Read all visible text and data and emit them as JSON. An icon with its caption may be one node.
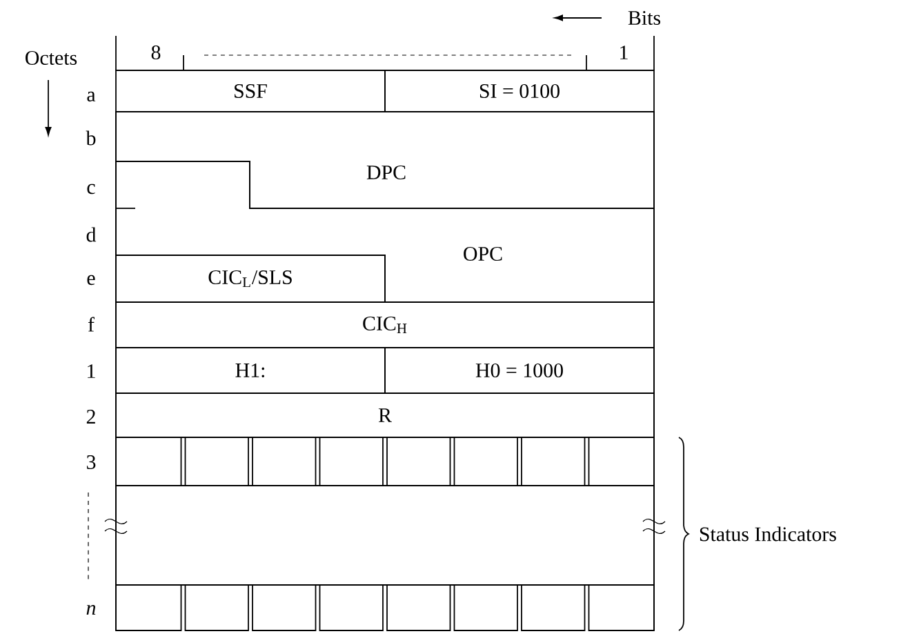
{
  "diagram": {
    "nodes": [
      {
        "text": [
          "SSF"
        ]
      },
      {
        "text": [
          "SI = 0100"
        ]
      },
      {
        "text": [
          "DPC"
        ]
      },
      {
        "text": [
          "OPC"
        ]
      },
      {
        "text": [
          "CIC$_{L}$/SLS"
        ]
      },
      {
        "text": [
          "CIC$_{H}$"
        ]
      },
      {
        "text": [
          "H1:"
        ]
      },
      {
        "text": [
          "H0 = 1000"
        ]
      },
      {
        "text": [
          "R"
        ]
      },
      {
        "text": [],
        "shape": "box"
      },
      {
        "text": [],
        "shape": "box"
      },
      {
        "text": [],
        "shape": "box"
      },
      {
        "text": [],
        "shape": "box"
      },
      {
        "text": [],
        "shape": "box"
      },
      {
        "text": [],
        "shape": "box"
      },
      {
        "text": [],
        "shape": "box"
      },
      {
        "text": [],
        "shape": "box"
      },
      {
        "text": [],
        "shape": "box"
      },
      {
        "text": [],
        "shape": "box"
      },
      {
        "text": [],
        "shape": "box"
      },
      {
        "text": [],
        "shape": "box"
      },
      {
        "text": [],
        "shape": "box"
      },
      {
        "text": [],
        "shape": "box"
      },
      {
        "text": [],
        "shape": "box"
      },
      {
        "text": [],
        "shape": "box"
      }
    ],
    "labels": [
      "Bits",
      "Octets",
      "8",
      "1",
      "a",
      "b",
      "c",
      "d",
      "e",
      "f",
      "1",
      "2",
      "3",
      "Status Indicators",
      "n"
    ]
  }
}
